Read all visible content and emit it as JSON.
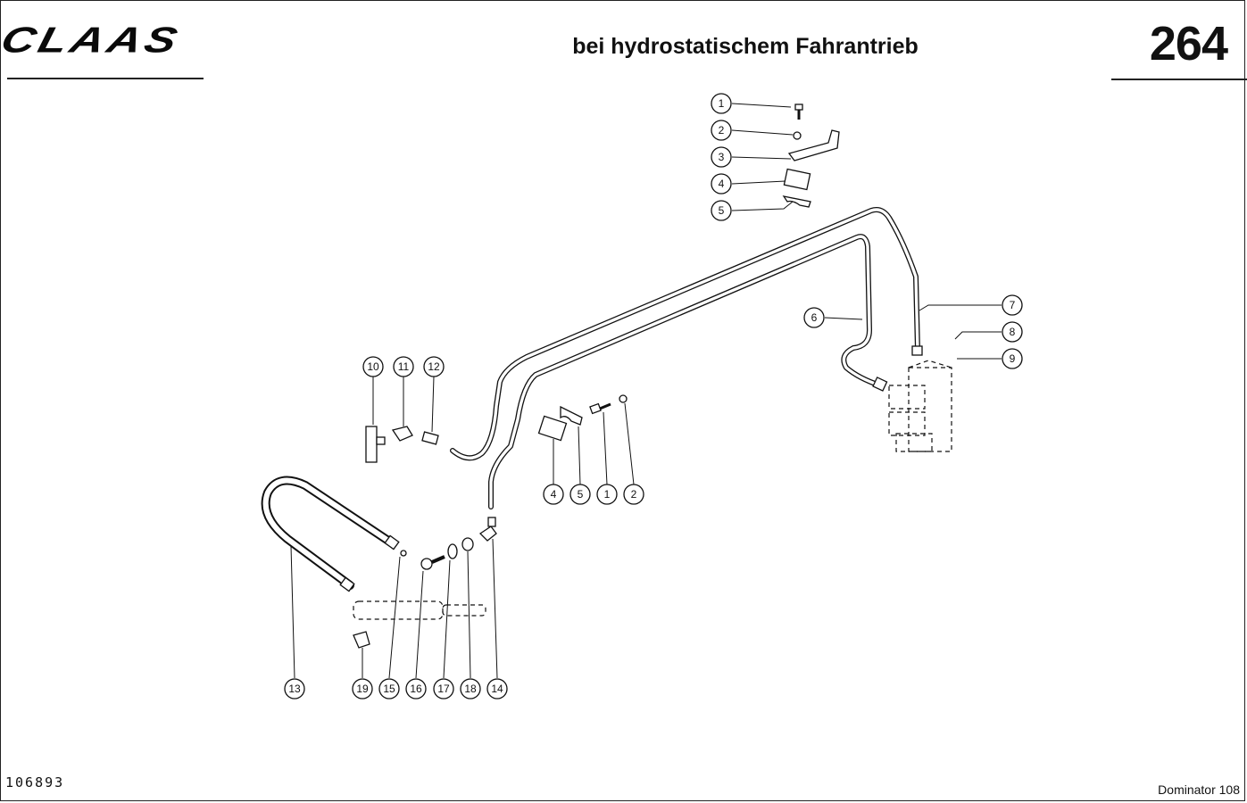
{
  "header": {
    "brand": "CLAAS",
    "title": "bei hydrostatischem Fahrantrieb",
    "page_number": "264"
  },
  "footer": {
    "document_id": "106893",
    "model": "Dominator 108"
  },
  "callouts": {
    "c1a": "1",
    "c2a": "2",
    "c3": "3",
    "c4a": "4",
    "c5a": "5",
    "c6": "6",
    "c7": "7",
    "c8": "8",
    "c9": "9",
    "c4b": "4",
    "c5b": "5",
    "c1b": "1",
    "c2b": "2",
    "c10": "10",
    "c11": "11",
    "c12": "12",
    "c13": "13",
    "c19": "19",
    "c15": "15",
    "c16": "16",
    "c17": "17",
    "c18": "18",
    "c14": "14"
  }
}
